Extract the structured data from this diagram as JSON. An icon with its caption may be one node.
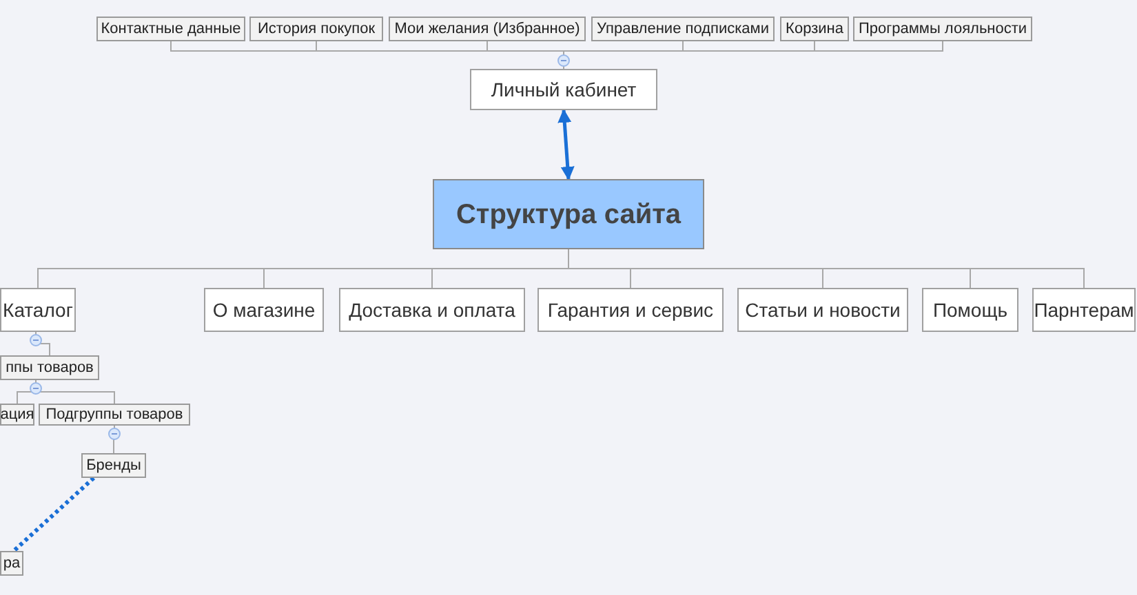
{
  "diagram": {
    "nodes": [
      {
        "text": [
          "Структура сайта"
        ]
      },
      {
        "text": [
          "Личный кабинет"
        ]
      },
      {
        "text": [
          "Контактные данные"
        ]
      },
      {
        "text": [
          "История покупок"
        ]
      },
      {
        "text": [
          "Мои желания (Избранное)"
        ]
      },
      {
        "text": [
          "Управление подписками"
        ]
      },
      {
        "text": [
          "Корзина"
        ]
      },
      {
        "text": [
          "Программы лояльности"
        ]
      },
      {
        "text": [
          "Каталог"
        ]
      },
      {
        "text": [
          "О магазине"
        ]
      },
      {
        "text": [
          "Доставка и оплата"
        ]
      },
      {
        "text": [
          "Гарантия и сервис"
        ]
      },
      {
        "text": [
          "Статьи и новости"
        ]
      },
      {
        "text": [
          "Помощь"
        ]
      },
      {
        "text": [
          "Парнтерам"
        ]
      },
      {
        "text": [
          "ппы товаров"
        ]
      },
      {
        "text": [
          "ация"
        ]
      },
      {
        "text": [
          "Подгруппы товаров"
        ]
      },
      {
        "text": [
          "Бренды"
        ]
      },
      {
        "text": [
          "ра"
        ]
      }
    ],
    "edges": [
      {
        "from": 0,
        "to": 1,
        "arrow": "both",
        "style": "thick",
        "color": "#1a6fd6"
      },
      {
        "from": 1,
        "to": 2,
        "arrow": "none"
      },
      {
        "from": 1,
        "to": 3,
        "arrow": "none"
      },
      {
        "from": 1,
        "to": 4,
        "arrow": "none"
      },
      {
        "from": 1,
        "to": 5,
        "arrow": "none"
      },
      {
        "from": 1,
        "to": 6,
        "arrow": "none"
      },
      {
        "from": 1,
        "to": 7,
        "arrow": "none"
      },
      {
        "from": 0,
        "to": 8,
        "arrow": "none"
      },
      {
        "from": 0,
        "to": 9,
        "arrow": "none"
      },
      {
        "from": 0,
        "to": 10,
        "arrow": "none"
      },
      {
        "from": 0,
        "to": 11,
        "arrow": "none"
      },
      {
        "from": 0,
        "to": 12,
        "arrow": "none"
      },
      {
        "from": 0,
        "to": 13,
        "arrow": "none"
      },
      {
        "from": 0,
        "to": 14,
        "arrow": "none"
      },
      {
        "from": 8,
        "to": 15,
        "arrow": "none"
      },
      {
        "from": 15,
        "to": 16,
        "arrow": "none"
      },
      {
        "from": 15,
        "to": 17,
        "arrow": "none"
      },
      {
        "from": 17,
        "to": 18,
        "arrow": "none"
      },
      {
        "from": 18,
        "to": 19,
        "arrow": "none",
        "style": "dashed",
        "color": "#1a6fd6"
      }
    ]
  }
}
